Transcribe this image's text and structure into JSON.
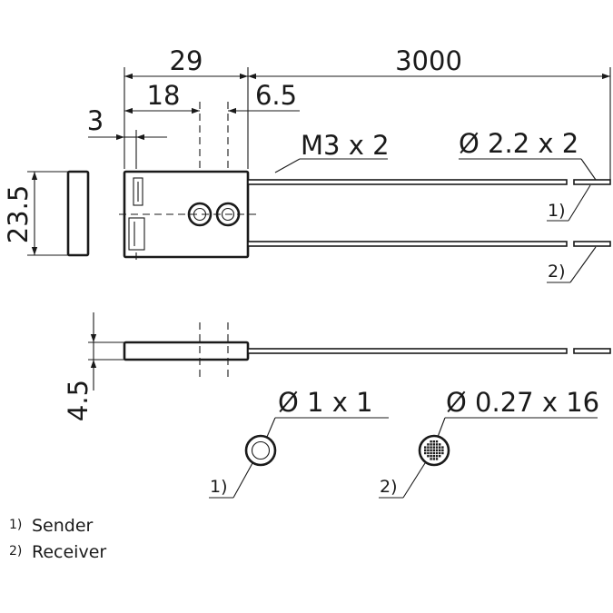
{
  "dimensions": {
    "width_total": "29",
    "cable_length": "3000",
    "hole_offset": "18",
    "hole_spacing": "6.5",
    "edge_offset": "3",
    "height": "23.5",
    "thickness": "4.5",
    "thread": "M3 x 2",
    "cable_diameter": "Ø 2.2 x 2",
    "sender_core": "Ø 1 x 1",
    "receiver_core": "Ø 0.27 x 16"
  },
  "refs": {
    "sender": "1)",
    "receiver": "2)"
  },
  "legend": [
    {
      "mark": "1)",
      "label": "Sender"
    },
    {
      "mark": "2)",
      "label": "Receiver"
    }
  ]
}
